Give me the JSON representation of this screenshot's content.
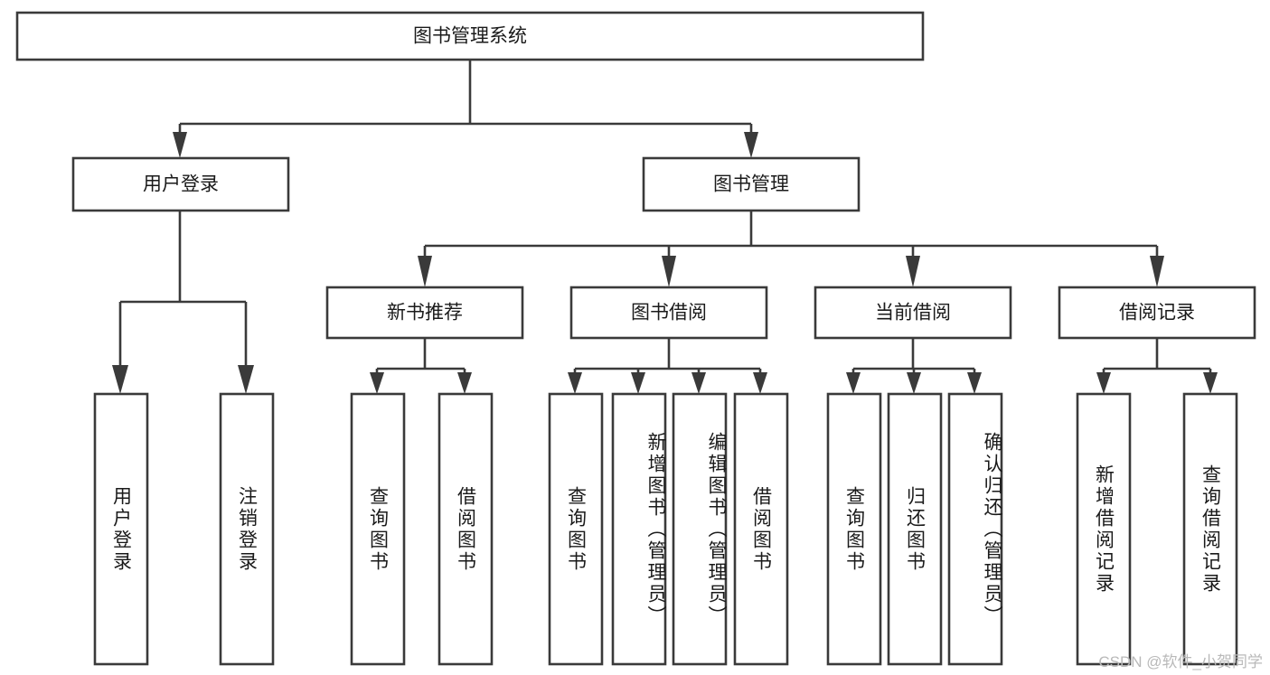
{
  "diagram": {
    "title": "图书管理系统",
    "type": "tree",
    "root": {
      "id": "root",
      "label": "图书管理系统",
      "orientation": "horizontal"
    },
    "level1": [
      {
        "id": "user-login",
        "label": "用户登录",
        "orientation": "horizontal"
      },
      {
        "id": "book-management",
        "label": "图书管理",
        "orientation": "horizontal"
      }
    ],
    "level2": [
      {
        "id": "new-book-recommend",
        "label": "新书推荐",
        "parent": "book-management",
        "orientation": "horizontal"
      },
      {
        "id": "book-borrow",
        "label": "图书借阅",
        "parent": "book-management",
        "orientation": "horizontal"
      },
      {
        "id": "current-borrow",
        "label": "当前借阅",
        "parent": "book-management",
        "orientation": "horizontal"
      },
      {
        "id": "borrow-record",
        "label": "借阅记录",
        "parent": "book-management",
        "orientation": "horizontal"
      }
    ],
    "leaves": [
      {
        "id": "leaf-user-login",
        "label": "用户登录",
        "parent": "user-login",
        "orientation": "vertical"
      },
      {
        "id": "leaf-user-logout",
        "label": "注销登录",
        "parent": "user-login",
        "orientation": "vertical"
      },
      {
        "id": "leaf-query-book-1",
        "label": "查询图书",
        "parent": "new-book-recommend",
        "orientation": "vertical"
      },
      {
        "id": "leaf-borrow-book-1",
        "label": "借阅图书",
        "parent": "new-book-recommend",
        "orientation": "vertical"
      },
      {
        "id": "leaf-query-book-2",
        "label": "查询图书",
        "parent": "book-borrow",
        "orientation": "vertical"
      },
      {
        "id": "leaf-add-book",
        "label": "新增图书（管理员）",
        "parent": "book-borrow",
        "orientation": "vertical"
      },
      {
        "id": "leaf-edit-book",
        "label": "编辑图书（管理员）",
        "parent": "book-borrow",
        "orientation": "vertical"
      },
      {
        "id": "leaf-borrow-book-2",
        "label": "借阅图书",
        "parent": "book-borrow",
        "orientation": "vertical"
      },
      {
        "id": "leaf-query-book-3",
        "label": "查询图书",
        "parent": "current-borrow",
        "orientation": "vertical"
      },
      {
        "id": "leaf-return-book",
        "label": "归还图书",
        "parent": "current-borrow",
        "orientation": "vertical"
      },
      {
        "id": "leaf-confirm-return",
        "label": "确认归还（管理员）",
        "parent": "current-borrow",
        "orientation": "vertical"
      },
      {
        "id": "leaf-add-record",
        "label": "新增借阅记录",
        "parent": "borrow-record",
        "orientation": "vertical"
      },
      {
        "id": "leaf-query-record",
        "label": "查询借阅记录",
        "parent": "borrow-record",
        "orientation": "vertical"
      }
    ],
    "colors": {
      "stroke": "#3a3a3a",
      "fill": "#ffffff",
      "text": "#1a1a1a",
      "watermark": "#b9b9b9",
      "background": "#ffffff"
    }
  },
  "watermark": {
    "text": "CSDN @软件_小贺同学"
  }
}
